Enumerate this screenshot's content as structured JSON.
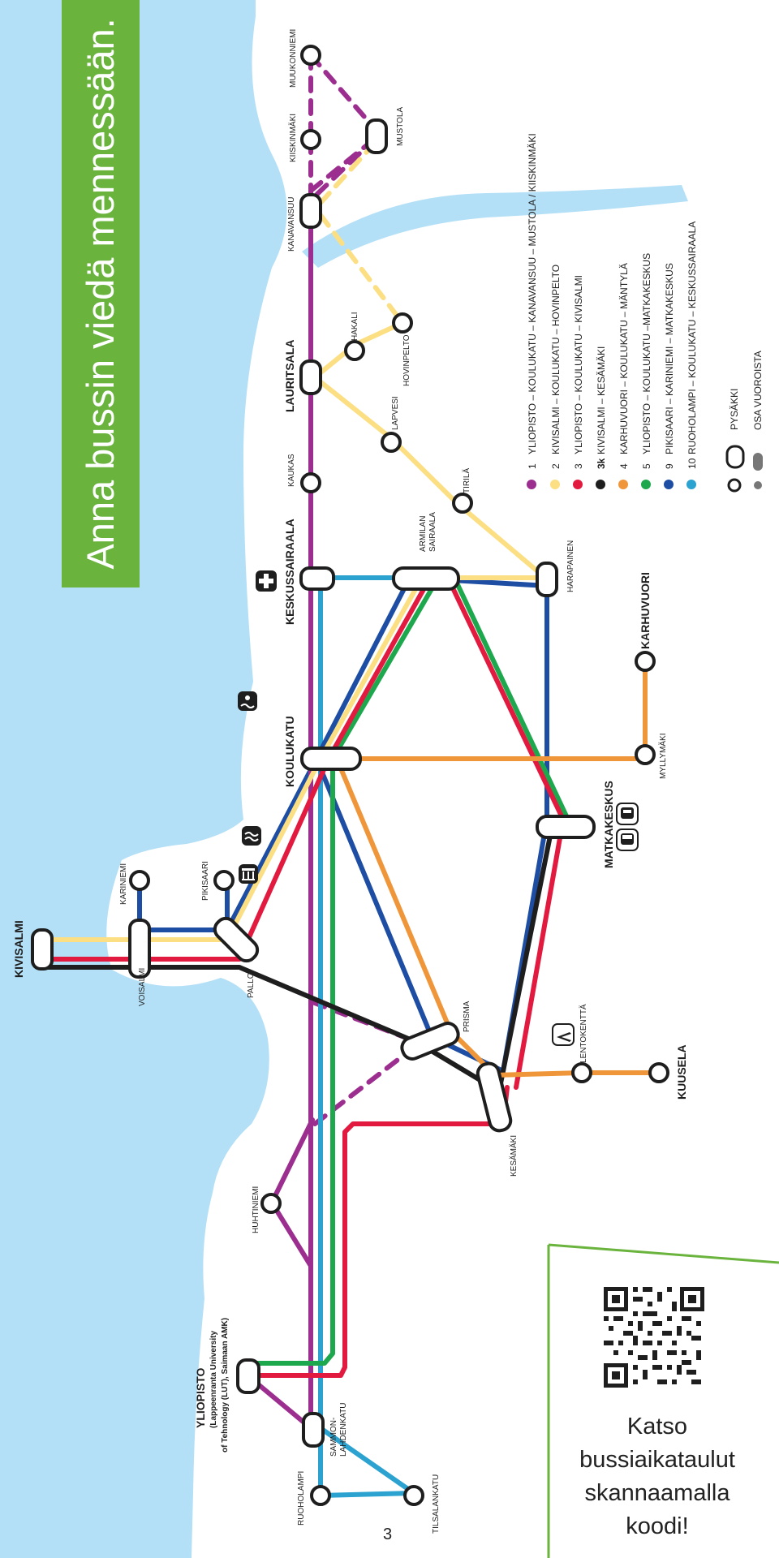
{
  "banner": {
    "title": "Anna bussin viedä mennessään."
  },
  "colors": {
    "water": "#b3e0f7",
    "banner": "#6ab43e",
    "line1": "#9b2e8e",
    "line2": "#fbdf82",
    "line3": "#e21a3f",
    "line3k": "#1e1e1e",
    "line4": "#f0963a",
    "line5": "#1ea84d",
    "line9": "#1e4ea3",
    "line10": "#2ba2cf"
  },
  "legend": {
    "routes": [
      {
        "number": "1",
        "color": "#9b2e8e",
        "text": "YLIOPISTO – KOULUKATU – KANAVANSUU – MUSTOLA / KIISKINMÄKI"
      },
      {
        "number": "2",
        "color": "#fbdf82",
        "text": "KIVISALMI – KOULUKATU – HOVINPELTO"
      },
      {
        "number": "3",
        "color": "#e21a3f",
        "text": "YLIOPISTO – KOULUKATU – KIVISALMI"
      },
      {
        "number": "3k",
        "color": "#1e1e1e",
        "text": "KIVISALMI – KESÄMÄKI"
      },
      {
        "number": "4",
        "color": "#f0963a",
        "text": "KARHUVUORI – KOULUKATU – MÄNTYLÄ"
      },
      {
        "number": "5",
        "color": "#1ea84d",
        "text": "YLIOPISTO – KOULUKATU –MATKAKESKUS"
      },
      {
        "number": "9",
        "color": "#1e4ea3",
        "text": "PIKISAARI – KARINIEMI – MATKAKESKUS"
      },
      {
        "number": "10",
        "color": "#2ba2cf",
        "text": "RUOHOLAMPI – KOULUKATU – KESKUSSAIRAALA"
      }
    ],
    "stop_label": "PYSÄKKI",
    "partial_label": "OSA VUOROISTA"
  },
  "stops": {
    "muukonniemi": "MUUKONNIEMI",
    "kiiskinmaki": "KIISKINMÄKI",
    "mustola": "MUSTOLA",
    "kanavansuu": "KANAVANSUU",
    "hakali": "HAKALI",
    "hovinpelto": "HOVINPELTO",
    "lauritsala": "LAURITSALA",
    "lapvesi": "LAPVESI",
    "kaukas": "KAUKAS",
    "tirila": "TIRILÄ",
    "keskussairaala": "KESKUSSAIRAALA",
    "armilan_1": "ARMILAN",
    "armilan_2": "SAIRAALA",
    "harapainen": "HARAPAINEN",
    "karhuvuori": "KARHUVUORI",
    "koulukatu": "KOULUKATU",
    "myllymaki": "MYLLYMÄKI",
    "matkakeskus": "MATKAKESKUS",
    "kariniemi": "KARINIEMI",
    "pikisaari": "PIKISAARI",
    "kivisalmi": "KIVISALMI",
    "voisalmi": "VOISALMI",
    "pallo": "PALLO",
    "prisma": "PRISMA",
    "lentokentta": "LENTOKENTTÄ",
    "kuusela": "KUUSELA",
    "kesamaki": "KESÄMÄKI",
    "huhtiniemi": "HUHTINIEMI",
    "yliopisto": "YLIOPISTO",
    "yliopisto_sub1": "(Lappeenranta University",
    "yliopisto_sub2": "of Tehnology (LUT), Saimaan AMK)",
    "sammon_1": "SAMMON-",
    "sammon_2": "LAHDENKATU",
    "ruoholampi": "RUOHOLAMPI",
    "tilsalankatu": "TILSALANKATU"
  },
  "icons": [
    "hospital-icon",
    "swimming-icon",
    "beach-icon",
    "museum-icon",
    "airplane-icon",
    "train-icon",
    "bus-icon",
    "qr-code-icon"
  ],
  "qr": {
    "line1": "Katso",
    "line2": "bussiaikataulut",
    "line3": "skannaamalla",
    "line4": "koodi!"
  },
  "page_number": "3"
}
